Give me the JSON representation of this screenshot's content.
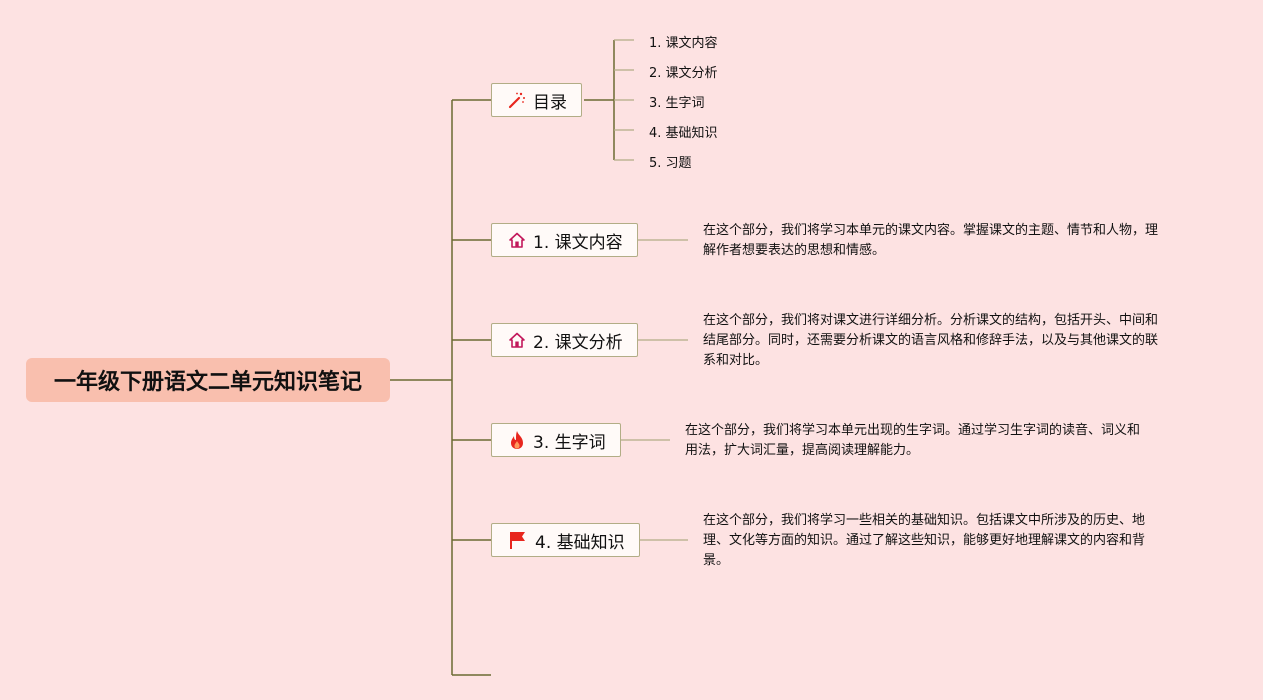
{
  "root": {
    "title": "一年级下册语文二单元知识笔记"
  },
  "toc": {
    "label": "目录",
    "icon": "magic-wand-icon",
    "items": [
      "1. 课文内容",
      "2. 课文分析",
      "3. 生字词",
      "4. 基础知识",
      "5. 习题"
    ]
  },
  "sections": [
    {
      "label": "1. 课文内容",
      "icon": "house-icon",
      "lines": [
        "在这个部分，我们将学习本单元的课文内容。掌握课文的主题、情节和人物，理",
        "解作者想要表达的思想和情感。"
      ]
    },
    {
      "label": "2. 课文分析",
      "icon": "house-icon",
      "lines": [
        "在这个部分，我们将对课文进行详细分析。分析课文的结构，包括开头、中间和",
        "结尾部分。同时，还需要分析课文的语言风格和修辞手法，以及与其他课文的联",
        "系和对比。"
      ]
    },
    {
      "label": "3. 生字词",
      "icon": "fire-icon",
      "lines": [
        "在这个部分，我们将学习本单元出现的生字词。通过学习生字词的读音、词义和",
        "用法，扩大词汇量，提高阅读理解能力。"
      ]
    },
    {
      "label": "4. 基础知识",
      "icon": "flag-icon",
      "lines": [
        "在这个部分，我们将学习一些相关的基础知识。包括课文中所涉及的历史、地",
        "理、文化等方面的知识。通过了解这些知识，能够更好地理解课文的内容和背",
        "景。"
      ]
    }
  ],
  "colors": {
    "background": "#fde2e2",
    "root_fill": "#f9bfae",
    "node_border": "#b2ad86",
    "line": "#6b6a32",
    "icon_red": "#e8261e",
    "icon_pink": "#c2185b"
  }
}
